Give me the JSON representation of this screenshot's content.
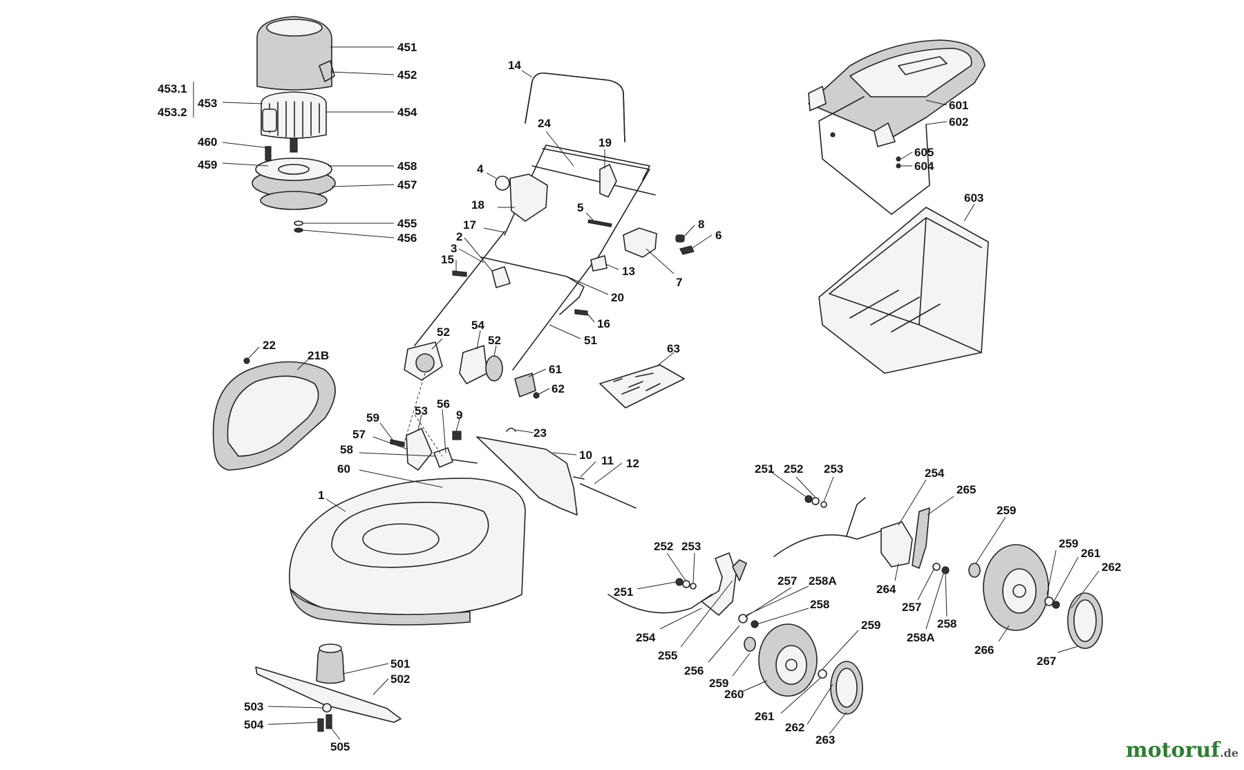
{
  "watermark": {
    "brand_main": "motoruf",
    "brand_tld": ".de",
    "accent_green": "#2e7d32",
    "accent_orange": "#e65100"
  },
  "labels": {
    "l451": "451",
    "l452": "452",
    "l453_1": "453.1",
    "l453": "453",
    "l453_2": "453.2",
    "l454": "454",
    "l460": "460",
    "l459": "459",
    "l458": "458",
    "l457": "457",
    "l455": "455",
    "l456": "456",
    "l14": "14",
    "l24": "24",
    "l19": "19",
    "l4": "4",
    "l18": "18",
    "l5": "5",
    "l17": "17",
    "l2": "2",
    "l3": "3",
    "l15": "15",
    "l8": "8",
    "l6": "6",
    "l7": "7",
    "l13": "13",
    "l20": "20",
    "l16": "16",
    "l51": "51",
    "l52a": "52",
    "l54": "54",
    "l52b": "52",
    "l61": "61",
    "l62": "62",
    "l63": "63",
    "l22": "22",
    "l21B": "21B",
    "l59": "59",
    "l53": "53",
    "l56": "56",
    "l9": "9",
    "l23": "23",
    "l57": "57",
    "l58": "58",
    "l10": "10",
    "l11": "11",
    "l12": "12",
    "l60": "60",
    "l1": "1",
    "l501": "501",
    "l502": "502",
    "l503": "503",
    "l504": "504",
    "l505": "505",
    "l601": "601",
    "l602": "602",
    "l605": "605",
    "l604": "604",
    "l603": "603",
    "l251a": "251",
    "l252a": "252",
    "l253a": "253",
    "l254a": "254",
    "l265": "265",
    "l259a": "259",
    "l259b": "259",
    "l261a": "261",
    "l262a": "262",
    "l264": "264",
    "l257a": "257",
    "l258a": "258",
    "l258Aa": "258A",
    "l266": "266",
    "l267": "267",
    "l252b": "252",
    "l253b": "253",
    "l251b": "251",
    "l257b": "257",
    "l258Ab": "258A",
    "l258b": "258",
    "l254b": "254",
    "l255": "255",
    "l256": "256",
    "l259c": "259",
    "l259d": "259",
    "l260": "260",
    "l261b": "261",
    "l262b": "262",
    "l263": "263"
  }
}
